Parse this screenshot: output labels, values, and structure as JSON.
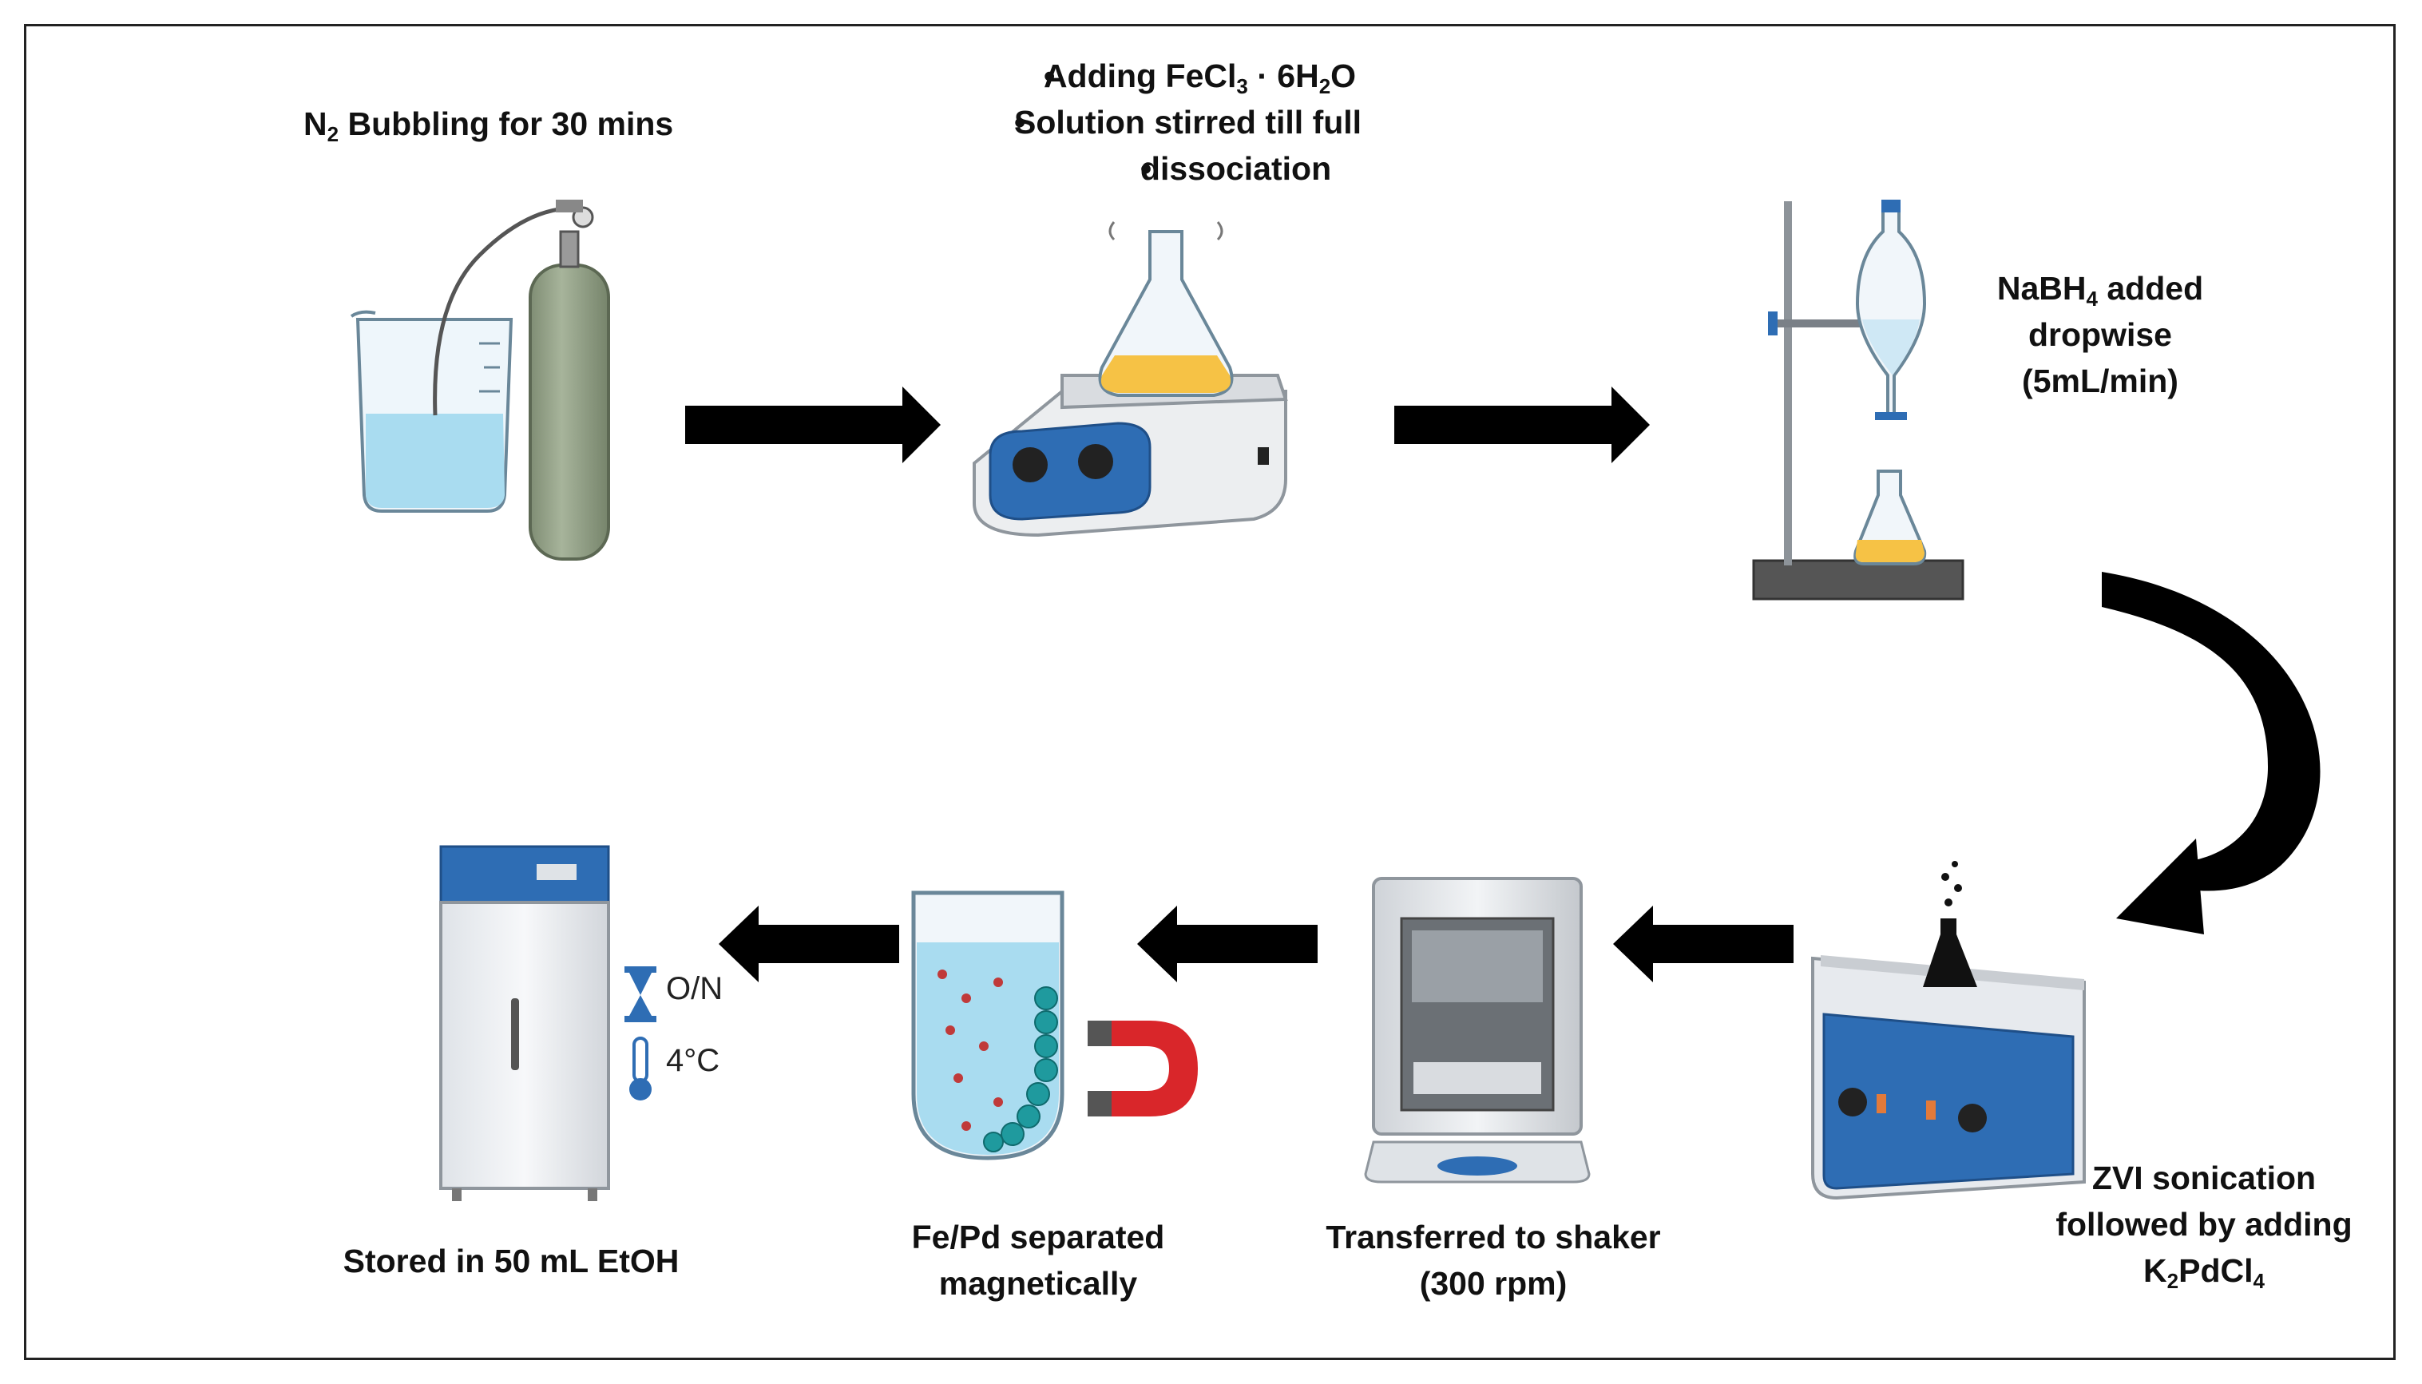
{
  "steps": {
    "s1": {
      "pre": "N",
      "sub": "2",
      "post": " Bubbling for 30 mins"
    },
    "s2": {
      "b1_pre": "Adding FeCl",
      "b1_sub1": "3",
      "b1_mid": " · 6H",
      "b1_sub2": "2",
      "b1_post": "O",
      "b2_line1": "Solution stirred till full",
      "b2_line2": "dissociation"
    },
    "s3": {
      "l1_pre": "NaBH",
      "l1_sub": "4",
      "l1_post": " added",
      "l2": "dropwise",
      "l3": "(5mL/min)"
    },
    "s4": {
      "l1": "ZVI sonication",
      "l2": "followed by adding",
      "l3_pre": "K",
      "l3_sub1": "2",
      "l3_mid": "PdCl",
      "l3_sub2": "4"
    },
    "s5": {
      "l1": "Transferred to shaker",
      "l2": "(300 rpm)"
    },
    "s6": {
      "l1": "Fe/Pd separated",
      "l2": "magnetically"
    },
    "s7": {
      "l1": "Stored in 50 mL EtOH"
    }
  },
  "conditions": {
    "time": "O/N",
    "temp": "4°C"
  },
  "colors": {
    "arrow": "#000000",
    "liquid_blue": "#a9dcf0",
    "liquid_yellow": "#f6c245",
    "gas_cylinder": "#9aa88f",
    "panel_blue": "#2e6db4",
    "magnet_red": "#d9262a"
  },
  "icons": [
    "beaker-icon",
    "gas-cylinder-icon",
    "hotplate-stirrer-icon",
    "separatory-funnel-icon",
    "ultrasonic-bath-icon",
    "incubator-shaker-icon",
    "test-tube-icon",
    "magnet-icon",
    "refrigerator-icon",
    "hourglass-icon",
    "thermometer-icon"
  ]
}
